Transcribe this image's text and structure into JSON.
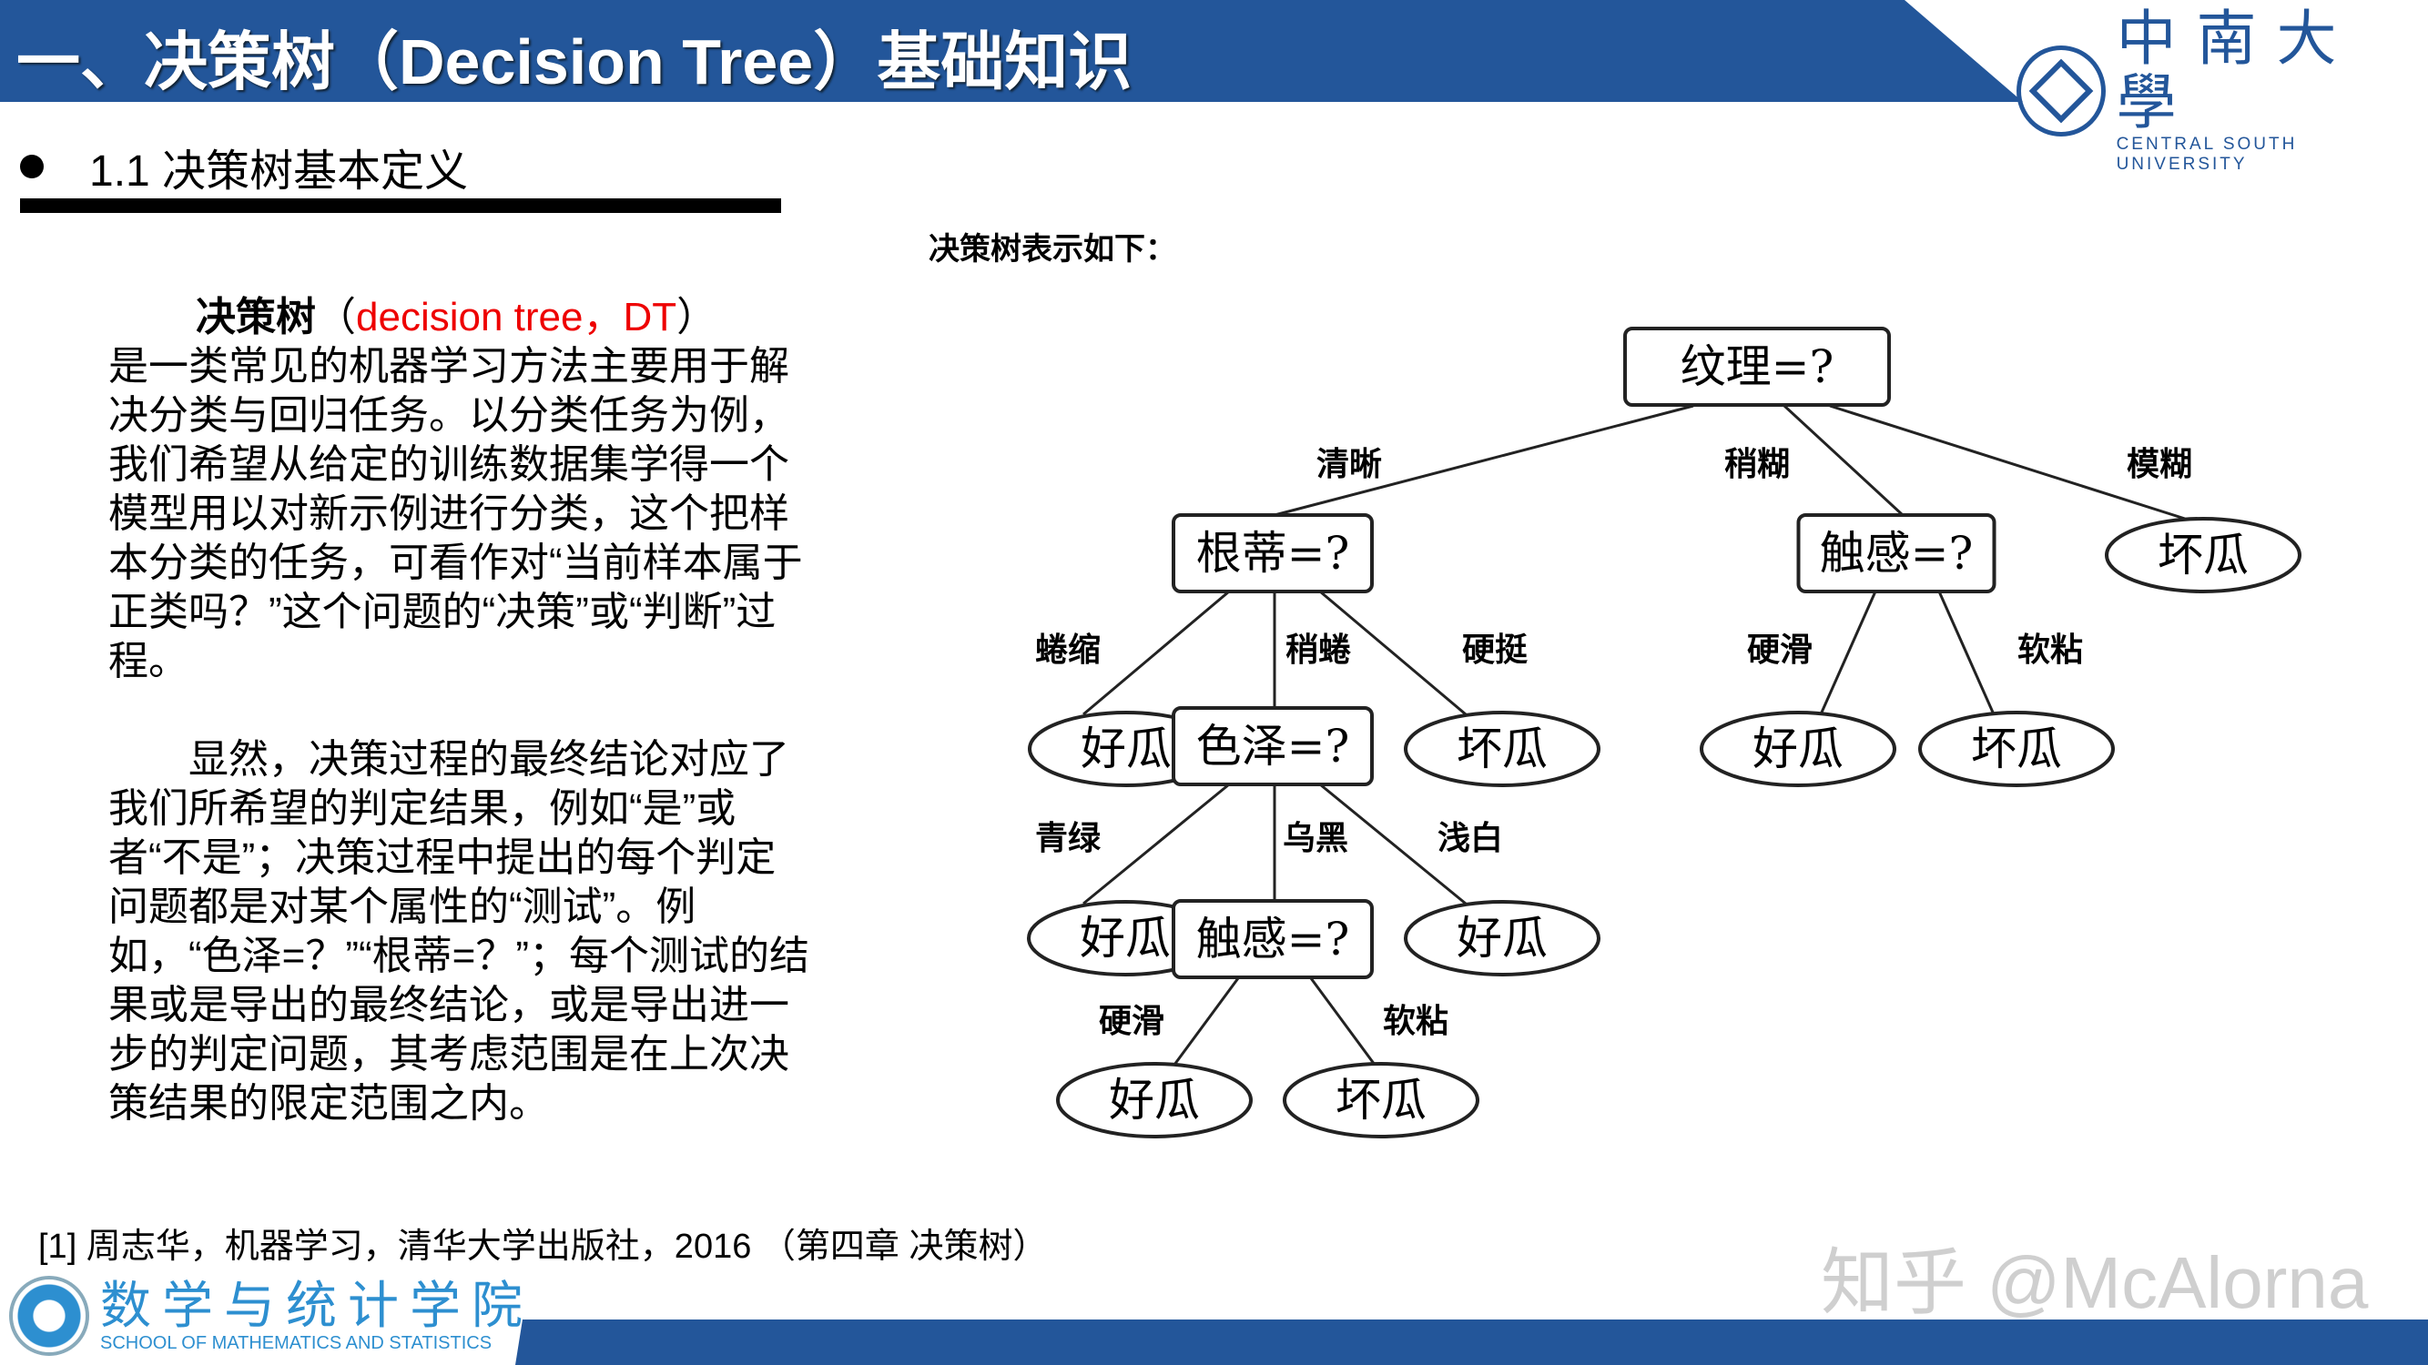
{
  "header": {
    "title": "一、决策树（Decision Tree）基础知识",
    "university_cn": "中南大學",
    "university_en": "CENTRAL SOUTH UNIVERSITY"
  },
  "section": {
    "title": "1.1 决策树基本定义"
  },
  "body": {
    "p1_bold": "决策树",
    "p1_open": "（",
    "p1_red": "decision tree，DT",
    "p1_close": "）",
    "p1_rest": "是一类常见的机器学习方法主要用于解决分类与回归任务。以分类任务为例，我们希望从给定的训练数据集学得一个模型用以对新示例进行分类，这个把样本分类的任务，可看作对“当前样本属于正类吗？”这个问题的“决策”或“判断”过程。",
    "p2": "显然，决策过程的最终结论对应了我们所希望的判定结果，例如“是”或者“不是”；决策过程中提出的每个判定问题都是对某个属性的“测试”。例如，“色泽=？”“根蒂=？”；每个测试的结果或是导出的最终结论，或是导出进一步的判定问题，其考虑范围是在上次决策结果的限定范围之内。"
  },
  "figure": {
    "caption": "决策树表示如下：",
    "nodes": {
      "n0": "纹理=?",
      "n1": "根蒂=?",
      "n2": "触感=?",
      "n3": "坏瓜",
      "n4": "好瓜",
      "n5": "色泽=?",
      "n6": "坏瓜",
      "n7": "好瓜",
      "n8": "坏瓜",
      "n9": "好瓜",
      "n10": "触感=?",
      "n11": "好瓜",
      "n12": "好瓜",
      "n13": "坏瓜"
    },
    "edges": {
      "e1": "清晰",
      "e2": "稍糊",
      "e3": "模糊",
      "e4": "蜷缩",
      "e5": "稍蜷",
      "e6": "硬挺",
      "e7": "硬滑",
      "e8": "软粘",
      "e9": "青绿",
      "e10": "乌黑",
      "e11": "浅白",
      "e12": "硬滑",
      "e13": "软粘"
    }
  },
  "reference": "[1] 周志华，机器学习，清华大学出版社，2016 （第四章 决策树）",
  "footer": {
    "school_cn": "数学与统计学院",
    "school_en": "SCHOOL OF MATHEMATICS AND STATISTICS"
  },
  "watermark": "知乎 @McAlorna",
  "colors": {
    "brand": "#23569a",
    "accent_red": "#e00000",
    "school": "#2d8fd0"
  }
}
